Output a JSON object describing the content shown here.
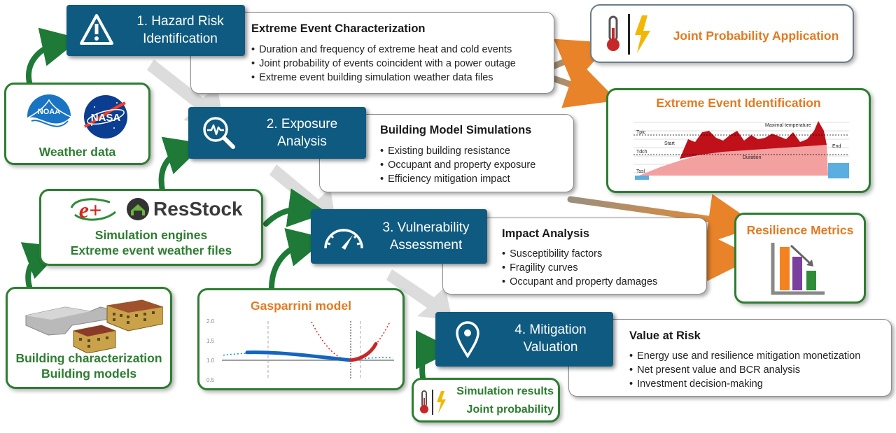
{
  "steps": {
    "s1": {
      "title": "1. Hazard Risk\nIdentification",
      "heading": "Extreme Event Characterization",
      "bullets": [
        "Duration and frequency of extreme heat and cold events",
        "Joint probability of events coincident with a power outage",
        "Extreme event building simulation weather data files"
      ]
    },
    "s2": {
      "title": "2. Exposure\nAnalysis",
      "heading": "Building Model Simulations",
      "bullets": [
        "Existing building resistance",
        "Occupant and property exposure",
        "Efficiency mitigation impact"
      ]
    },
    "s3": {
      "title": "3. Vulnerability\nAssessment",
      "heading": "Impact Analysis",
      "bullets": [
        "Susceptibility factors",
        "Fragility curves",
        "Occupant and property damages"
      ]
    },
    "s4": {
      "title": "4. Mitigation\nValuation",
      "heading": "Value at Risk",
      "bullets": [
        "Energy use and resilience mitigation monetization",
        "Net present value and BCR analysis",
        "Investment decision-making"
      ]
    }
  },
  "inputs": {
    "weather": {
      "label": "Weather data",
      "noaa": "NOAA",
      "nasa": "NASA"
    },
    "engines": {
      "label": "Simulation engines\nExtreme event weather files",
      "resstock": "ResStock",
      "ep": "e+"
    },
    "buildings": {
      "label": "Building characterization\nBuilding models"
    },
    "gasparrini": {
      "label": "Gasparrini model"
    },
    "simres": {
      "label": "Simulation results\nJoint probability"
    }
  },
  "outputs": {
    "joint": "Joint Probability Application",
    "extreme": "Extreme Event Identification",
    "resilience": "Resilience Metrics"
  },
  "mini_chart": {
    "labels": {
      "tpic": "Tpic",
      "start": "Start",
      "tdch": "Tdch",
      "tssl": "Tssl",
      "duration": "Duration",
      "end": "End",
      "maximal": "Maximal temperature"
    }
  },
  "chart_data": {
    "type": "line",
    "title": "Gasparrini model",
    "ylim": [
      0.5,
      2.0
    ],
    "yticks": [
      "2.0",
      "1.5",
      "1.0",
      "0.5"
    ]
  },
  "colors": {
    "step_blue": "#0f5a80",
    "green": "#2e7d32",
    "orange": "#e07b22",
    "arrow_gray": "#c8c8c8"
  }
}
